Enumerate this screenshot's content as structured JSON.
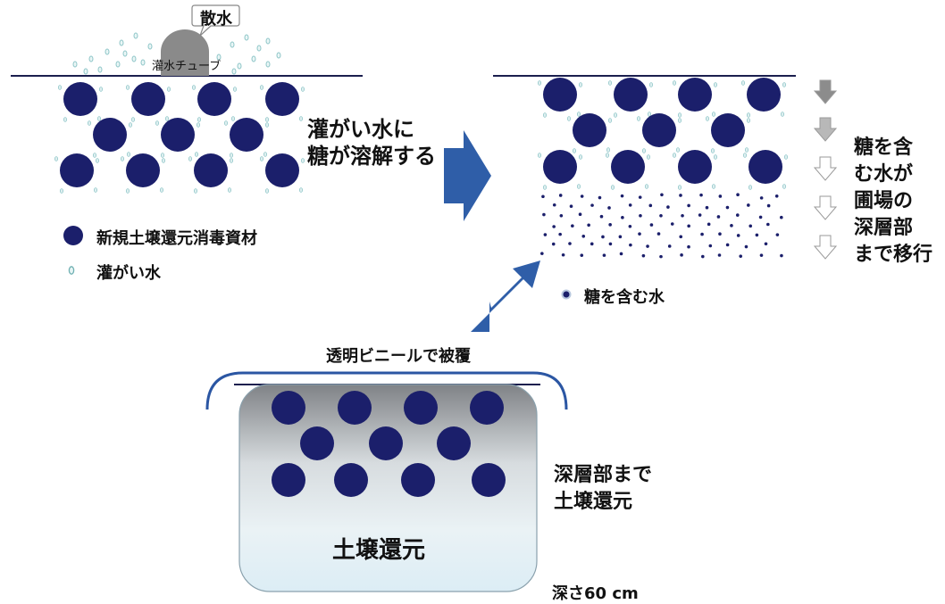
{
  "panel1": {
    "sprinkle_label": "散水",
    "tube_label": "灌水チューブ",
    "dissolve_line1": "灌がい水に",
    "dissolve_line2": "糖が溶解する"
  },
  "legend": {
    "material": "新規土壌還元消毒資材",
    "water": "灌がい水",
    "sugar_water": "糖を含む水"
  },
  "panel2": {
    "migration_lines": [
      "糖を含",
      "む水が",
      "圃場の",
      "深層部",
      "まで移行"
    ]
  },
  "panel3": {
    "cover_label": "透明ビニールで被覆",
    "deep_line1": "深層部まで",
    "deep_line2": "土壌還元",
    "center_label": "土壌還元",
    "depth_label": "深さ60 cm"
  },
  "colors": {
    "particle": "#1b1f6b",
    "arrow": "#2f5ea8",
    "water_dot": "#8fc6c8",
    "cover": "#2b56a3",
    "gray_arrow": "#8c8c8c"
  }
}
